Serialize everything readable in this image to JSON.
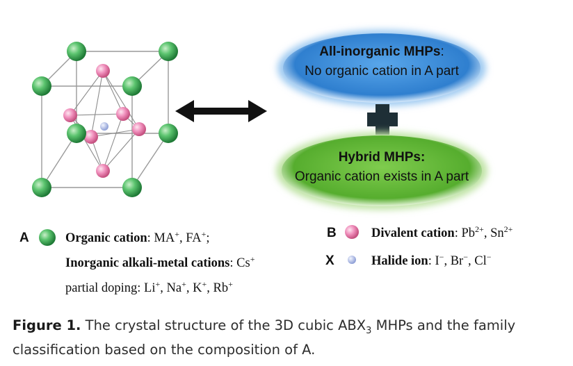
{
  "diagram": {
    "top_ellipse": {
      "title": "All-inorganic MHPs",
      "title_suffix": ":",
      "subtitle": "No organic cation in A part"
    },
    "bottom_ellipse": {
      "title": "Hybrid MHPs:",
      "subtitle": "Organic cation exists in A part"
    },
    "legend": {
      "A": {
        "letter": "A",
        "bold_label": "Organic cation",
        "text": ": MA",
        "sup1": "+",
        "text2": ", FA",
        "sup2": "+",
        "text3": ";"
      },
      "inorganic": {
        "bold_label": "Inorganic alkali-metal cations",
        "text": ": Cs",
        "sup": "+"
      },
      "doping": {
        "text1": "partial doping: Li",
        "s1": "+",
        "text2": ", Na",
        "s2": "+",
        "text3": ", K",
        "s3": "+",
        "text4": ", Rb",
        "s4": "+"
      },
      "B": {
        "letter": "B",
        "bold_label": "Divalent cation",
        "text": ": Pb",
        "sup1": "2+",
        "text2": ", Sn",
        "sup2": "2+"
      },
      "X": {
        "letter": "X",
        "bold_label": "Halide ion",
        "text": ": I",
        "sup1": "−",
        "text2": ", Br",
        "sup2": "−",
        "text3": ", Cl",
        "sup3": "−"
      }
    },
    "colors": {
      "a_site": "#3fae5a",
      "b_site": "#ee88b6",
      "x_site": "#b6c3e8",
      "top_ellipse": "#3f8fd8",
      "bottom_ellipse": "#67bd3b"
    }
  },
  "caption": {
    "label": "Figure 1.",
    "text_before": " The crystal structure of the 3D cubic ABX",
    "subscript": "3",
    "text_after": " MHPs and the family",
    "line2": "classification based on the composition of A."
  }
}
